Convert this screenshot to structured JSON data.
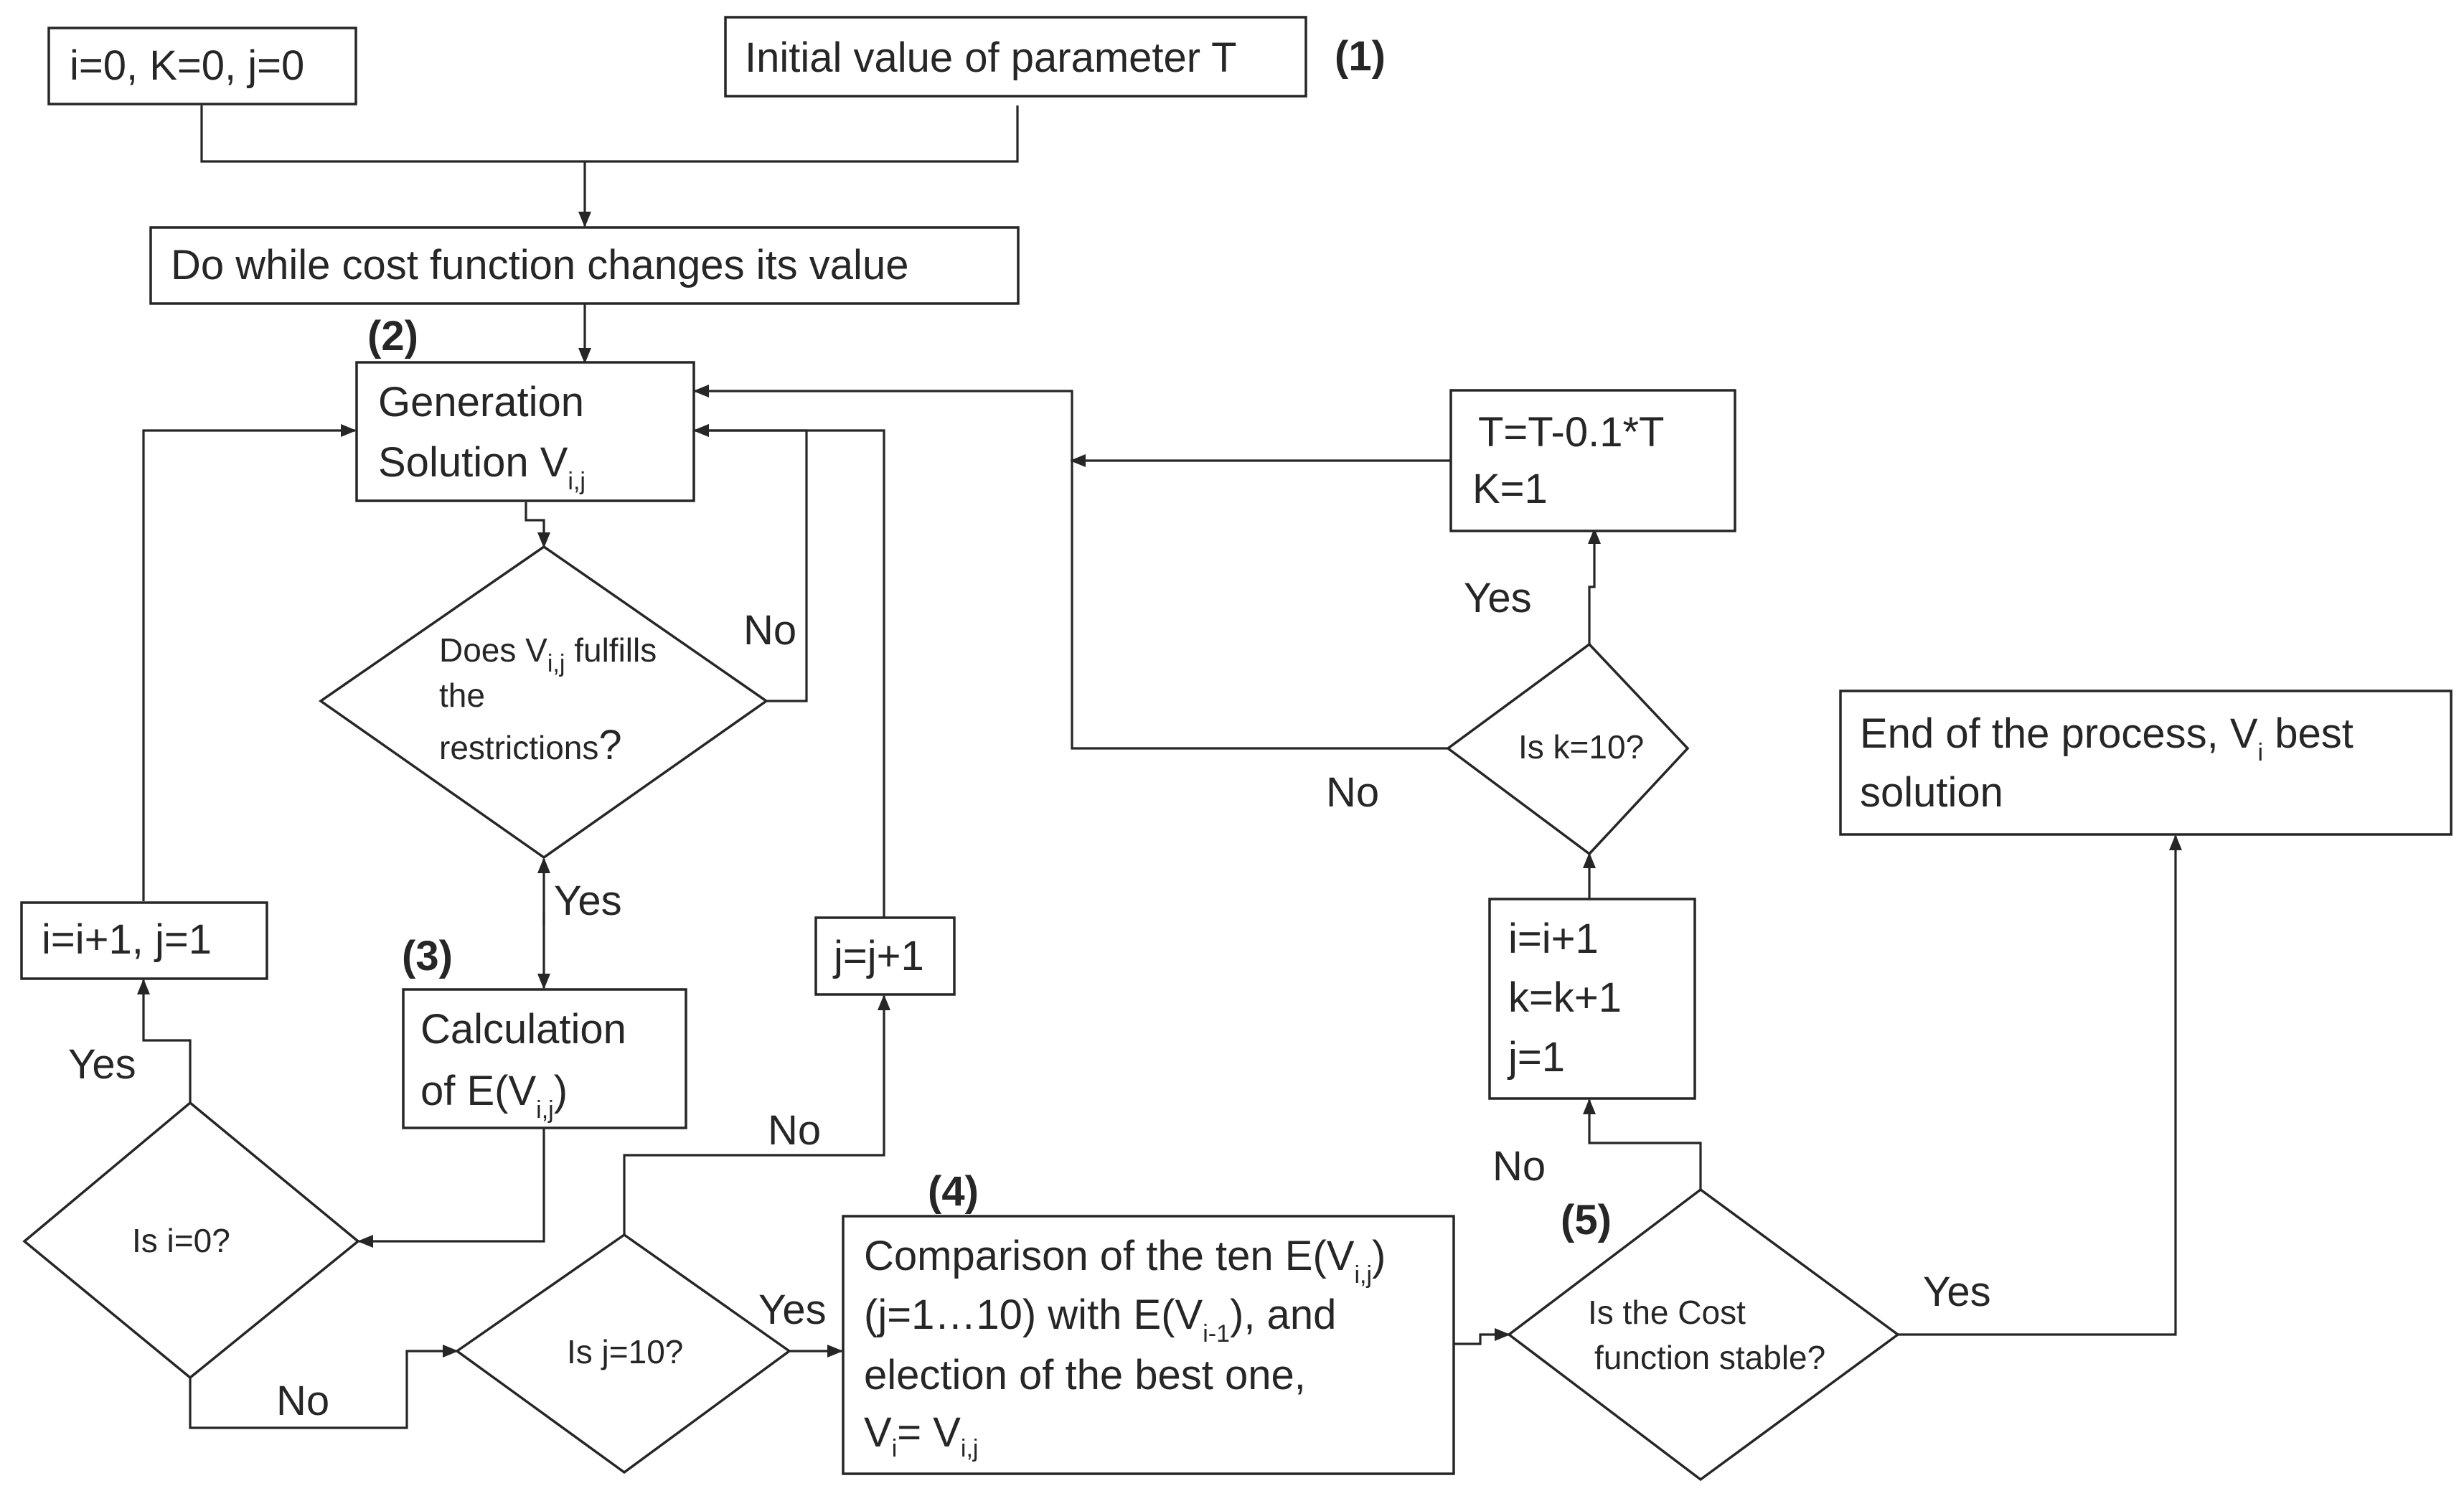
{
  "boxes": {
    "init_counters": "i=0, K=0, j=0",
    "init_T": "Initial value of parameter T",
    "do_while": "Do while cost function changes its value",
    "generation_line1": "Generation",
    "generation_line2": "Solution V",
    "generation_sub": "i,j",
    "update_T_line1": "T=T-0.1*T",
    "update_T_line2": "K=1",
    "end_line1_pre": "End of the process, V",
    "end_line1_sub": "i",
    "end_line1_post": " best",
    "end_line2": "solution",
    "inc_i": "i=i+1, j=1",
    "inc_j": "j=j+1",
    "calc_line1": "Calculation",
    "calc_line2_pre": "of E(V",
    "calc_line2_sub": "i,j",
    "calc_line2_post": ")",
    "inc_ik_line1": "i=i+1",
    "inc_ik_line2": "k=k+1",
    "inc_ik_line3": "j=1",
    "comp_line1_pre": "Comparison of the ten E(V",
    "comp_line1_sub": "i,j",
    "comp_line1_post": ")",
    "comp_line2_pre": "(j=1…10) with E(V",
    "comp_line2_sub": "i-1",
    "comp_line2_post": "), and",
    "comp_line3": "election of the best one,",
    "comp_line4_a": "V",
    "comp_line4_a_sub": "i",
    "comp_line4_b": "= V",
    "comp_line4_b_sub": "i,j"
  },
  "decisions": {
    "restrictions_line1_pre": "Does  V",
    "restrictions_line1_sub": "i,j",
    "restrictions_line1_post": " fulfills",
    "restrictions_line2": "the",
    "restrictions_line3": "restrictions",
    "restrictions_q": "?",
    "is_k10": "Is k=10?",
    "is_i0": "Is i=0?",
    "is_j10": "Is j=10?",
    "cost_stable_line1": "Is the Cost",
    "cost_stable_line2": "function stable?"
  },
  "step_numbers": [
    "(1)",
    "(2)",
    "(3)",
    "(4)",
    "(5)"
  ],
  "edge_labels": {
    "no_restrictions": "No",
    "yes_restrictions": "Yes",
    "yes_k10": "Yes",
    "no_k10": "No",
    "yes_i0": "Yes",
    "no_i0": "No",
    "no_j10": "No",
    "yes_j10": "Yes",
    "no_stable": "No",
    "yes_stable": "Yes"
  }
}
